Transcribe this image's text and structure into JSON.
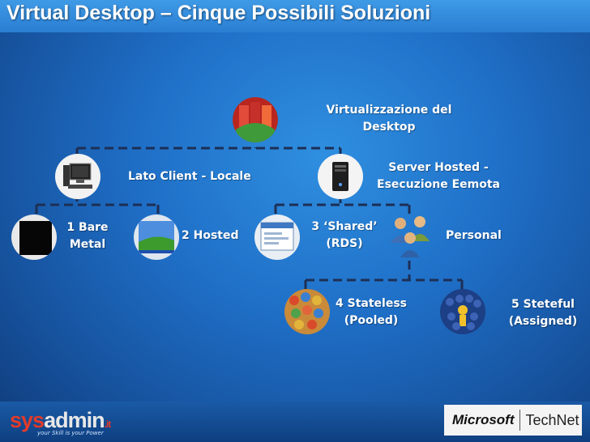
{
  "title": "Virtual Desktop – Cinque Possibili Soluzioni",
  "nodes": {
    "root": "Virtualizzazione del Desktop",
    "client": "Lato Client - Locale",
    "server": "Server Hosted  - Esecuzione Eemota",
    "bare_metal": "1 Bare Metal",
    "hosted": "2 Hosted",
    "shared": "3 ‘Shared’ (RDS)",
    "personal": "Personal",
    "stateless": "4 Stateless (Pooled)",
    "stateful": "5 Steteful (Assigned)"
  },
  "footer": {
    "brand_a": "sys",
    "brand_b": "admin",
    "brand_c": ".it",
    "tagline": "your Skill is your Power",
    "ms": "Microsoft",
    "technet": "TechNet"
  },
  "colors": {
    "connector": "#1d2f55",
    "label": "#ffffff"
  }
}
